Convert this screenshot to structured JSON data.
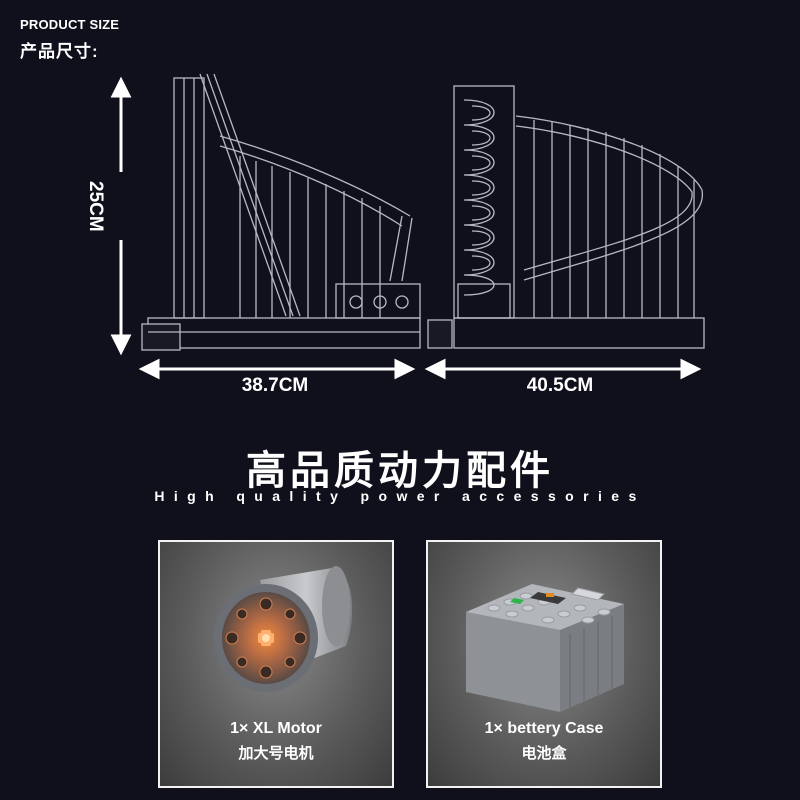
{
  "header": {
    "title_en": "PRODUCT SIZE",
    "title_cn": "产品尺寸:"
  },
  "dimensions": {
    "height": "25CM",
    "width_left": "38.7CM",
    "width_right": "40.5CM"
  },
  "section": {
    "title_cn": "高品质动力配件",
    "title_en": "High quality power accessories"
  },
  "accessories": [
    {
      "label_en": "1× XL Motor",
      "label_cn": "加大号电机",
      "icon": "xl-motor-icon"
    },
    {
      "label_en": "1× bettery Case",
      "label_cn": "电池盒",
      "icon": "battery-case-icon"
    }
  ],
  "colors": {
    "background": "#10101c",
    "text": "#ffffff",
    "arrow": "#ffffff",
    "model_lines": "#c8ccd8",
    "motor_accent": "#e07030",
    "battery_body": "#8e9196",
    "battery_lid": "#b3b6bb"
  }
}
